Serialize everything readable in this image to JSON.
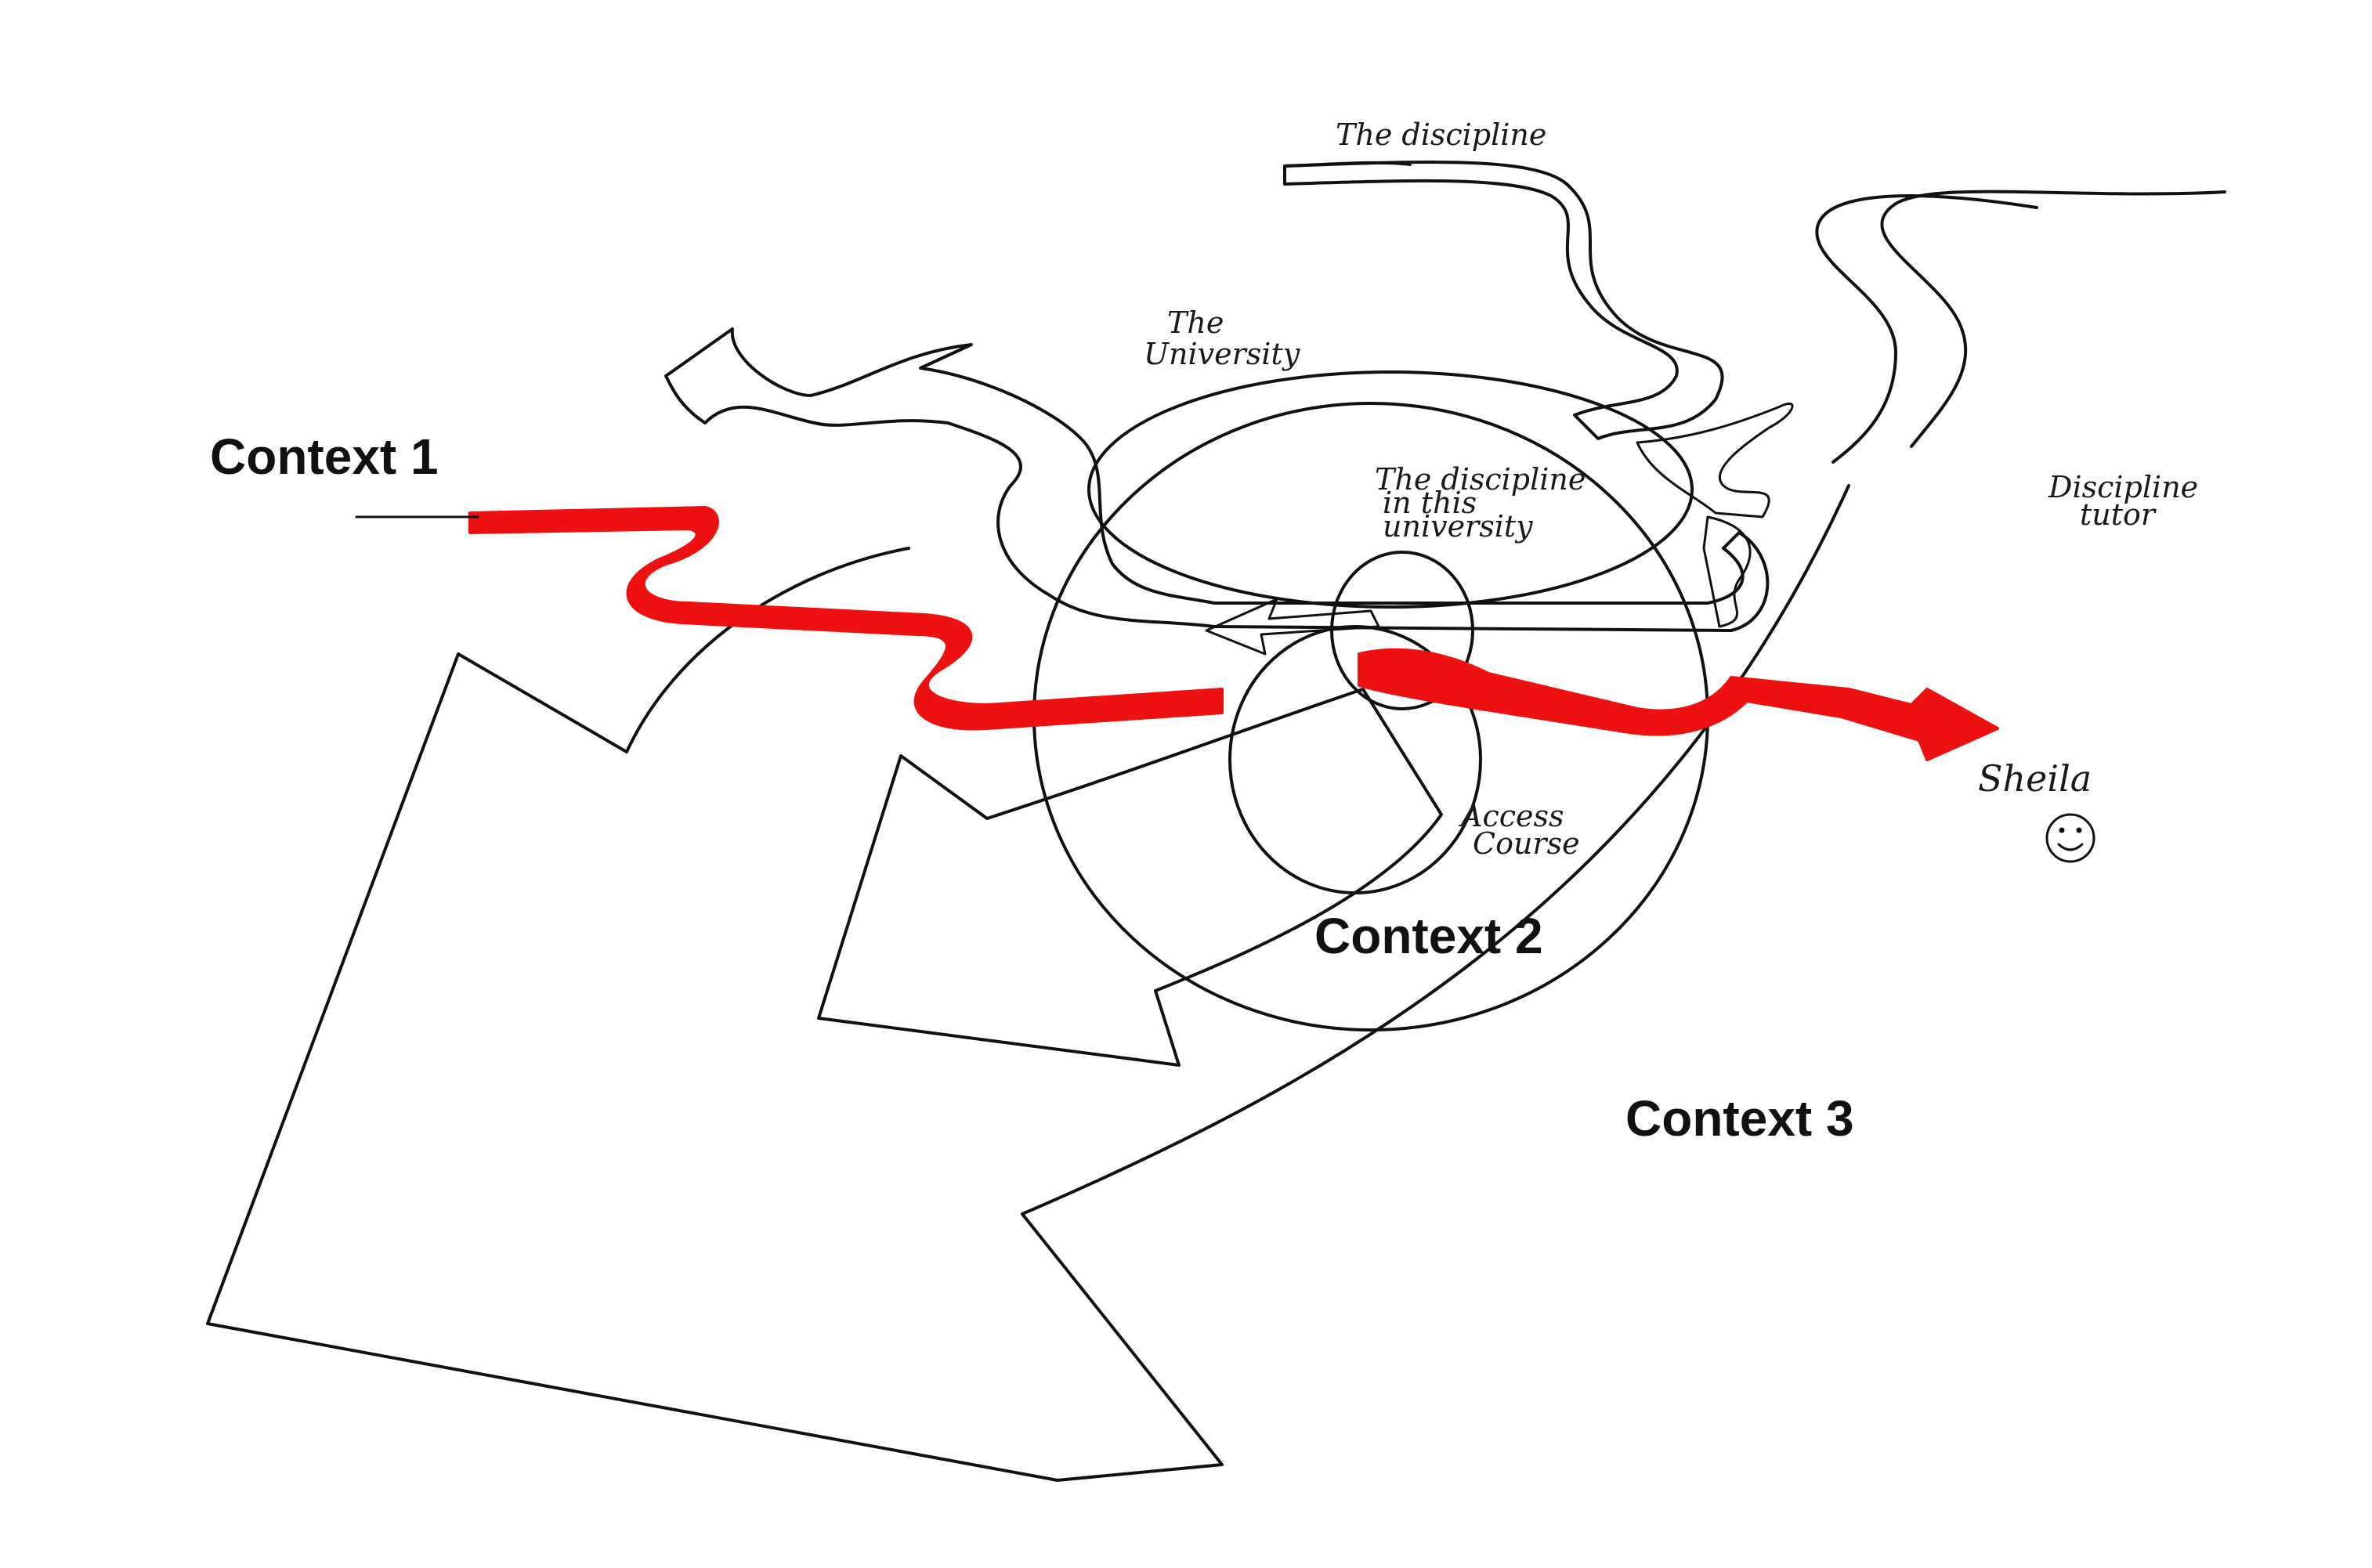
{
  "labels": {
    "context_1": "Context 1",
    "context_2": "Context 2",
    "context_3": "Context 3",
    "the_discipline": "The discipline",
    "the_university_line1": "The",
    "the_university_line2": "University",
    "discipline_in_university_line1": "The discipline",
    "discipline_in_university_line2": "in this",
    "discipline_in_university_line3": "university",
    "discipline_tutor_line1": "Discipline",
    "discipline_tutor_line2": "tutor",
    "access_course_line1": "Access",
    "access_course_line2": "Course",
    "sheila": "Sheila"
  },
  "colors": {
    "ink": "#111111",
    "path_red": "#ee1111",
    "background": "#ffffff"
  },
  "icons": {
    "sheila_face": "smiley-face-icon"
  }
}
